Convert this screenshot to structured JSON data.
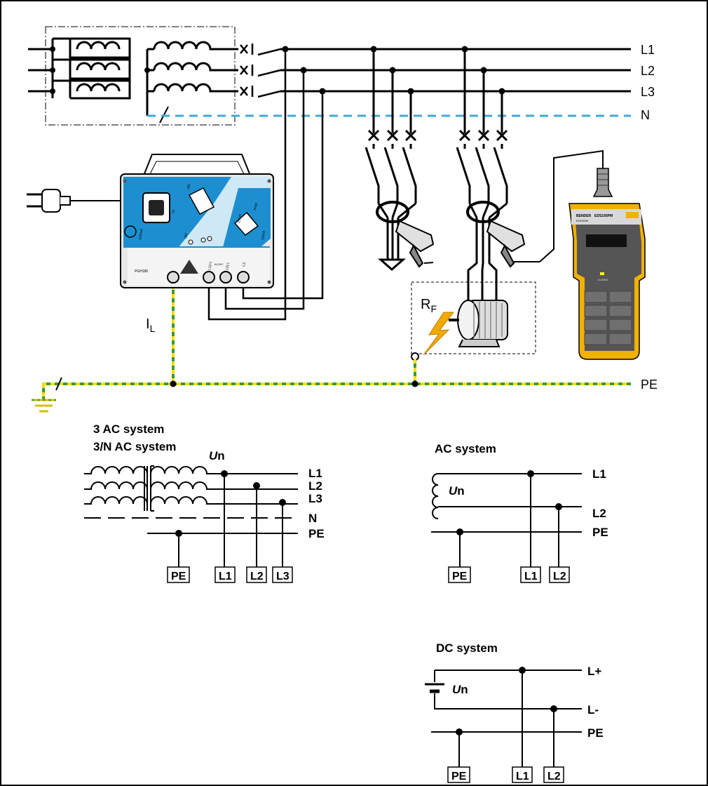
{
  "network": {
    "lines": [
      "L1",
      "L2",
      "L3",
      "N"
    ],
    "pe": "PE",
    "leakage_current": {
      "main": "I",
      "sub": "L"
    },
    "fault_resistance": {
      "main": "R",
      "sub": "F"
    }
  },
  "pgh": {
    "model": "PGH186",
    "fuse": "100mA",
    "us": "Us",
    "on": "ON",
    "range_low": "25mA",
    "range_high": "10mA",
    "range_mid": "Imax",
    "terminal_l1": "L1(+)",
    "terminal_acdc": "AC/DC",
    "terminal_l2": "L2(-)",
    "terminal_l3": "L3"
  },
  "handheld": {
    "brand": "BENDER",
    "model": "EDS195PM",
    "subtitle": "EDS3090",
    "alarm": "ALARM"
  },
  "system_3ac": {
    "title1": "3 AC system",
    "title2": "3/N AC system",
    "un": {
      "italic": "U",
      "sub": "n"
    },
    "lines": [
      "L1",
      "L2",
      "L3",
      "N",
      "PE"
    ],
    "boxes": [
      "PE",
      "L1",
      "L2",
      "L3"
    ]
  },
  "system_ac": {
    "title": "AC system",
    "un": {
      "italic": "U",
      "sub": "n"
    },
    "lines": [
      "L1",
      "L2",
      "PE"
    ],
    "boxes": [
      "PE",
      "L1",
      "L2"
    ]
  },
  "system_dc": {
    "title": "DC system",
    "un": {
      "italic": "U",
      "sub": "n"
    },
    "lines": [
      "L+",
      "L-",
      "PE"
    ],
    "boxes": [
      "PE",
      "L1",
      "L2"
    ]
  },
  "colors": {
    "neutral": "#3fa9d8",
    "accent": "#1d8fd0",
    "pe_yellow": "#f5e000",
    "pe_green": "#3a9a3a",
    "device_yellow": "#f2b000"
  }
}
